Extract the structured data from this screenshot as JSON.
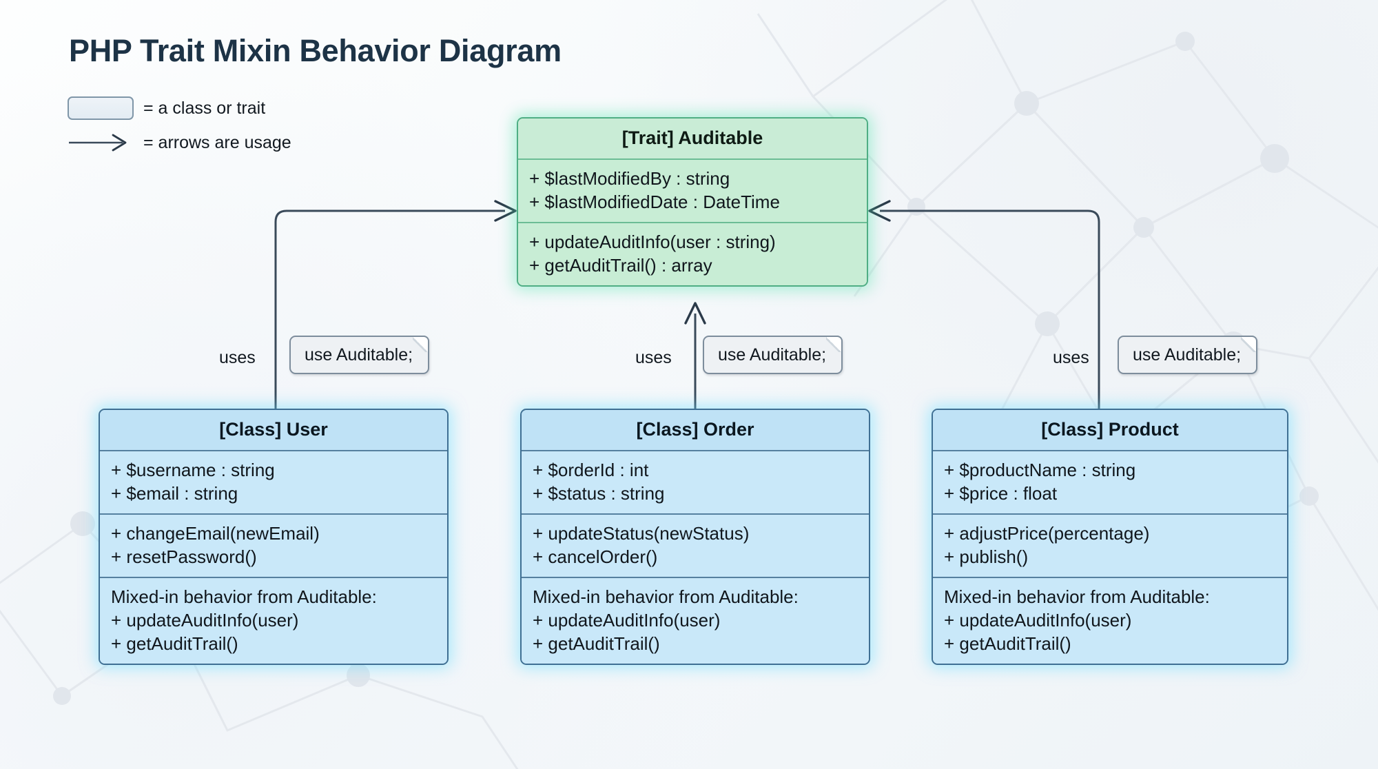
{
  "page": {
    "title": "PHP Trait Mixin Behavior Diagram"
  },
  "legend": [
    {
      "icon": "rounded-rectangle-swatch",
      "text": "= a class or trait"
    },
    {
      "icon": "arrow-right-glyph",
      "text": "= arrows are usage"
    }
  ],
  "trait": {
    "title": "[Trait] Auditable",
    "properties": [
      "+ $lastModifiedBy : string",
      "+ $lastModifiedDate : DateTime"
    ],
    "methods": [
      "+ updateAuditInfo(user : string)",
      "+ getAuditTrail() : array"
    ]
  },
  "classes": [
    {
      "key": "user",
      "title": "[Class] User",
      "properties": [
        "+ $username : string",
        "+ $email : string"
      ],
      "methods": [
        "+ changeEmail(newEmail)",
        "+ resetPassword()"
      ],
      "mixin_heading": "Mixed-in behavior from Auditable:",
      "mixin_methods": [
        "+ updateAuditInfo(user)",
        "+ getAuditTrail()"
      ],
      "relation_label": "uses",
      "note": "use Auditable;"
    },
    {
      "key": "order",
      "title": "[Class] Order",
      "properties": [
        "+ $orderId : int",
        "+ $status : string"
      ],
      "methods": [
        "+ updateStatus(newStatus)",
        "+ cancelOrder()"
      ],
      "mixin_heading": "Mixed-in behavior from Auditable:",
      "mixin_methods": [
        "+ updateAuditInfo(user)",
        "+ getAuditTrail()"
      ],
      "relation_label": "uses",
      "note": "use Auditable;"
    },
    {
      "key": "product",
      "title": "[Class] Product",
      "properties": [
        "+ $productName : string",
        "+ $price : float"
      ],
      "methods": [
        "+ adjustPrice(percentage)",
        "+ publish()"
      ],
      "mixin_heading": "Mixed-in behavior from Auditable:",
      "mixin_methods": [
        "+ updateAuditInfo(user)",
        "+ getAuditTrail()"
      ],
      "relation_label": "uses",
      "note": "use Auditable;"
    }
  ],
  "colors": {
    "title_text": "#1d3346",
    "trait_fill": "#c8edd5",
    "trait_border": "#4fae84",
    "trait_glow": "#50e2aa",
    "class_fill": "#c9e8f9",
    "class_border": "#3f6f93",
    "class_glow": "#6adeff",
    "connector": "#3a4a5a",
    "note_fill": "#eef1f4",
    "note_border": "#7d8d9c",
    "background": "#f6f9fb"
  }
}
